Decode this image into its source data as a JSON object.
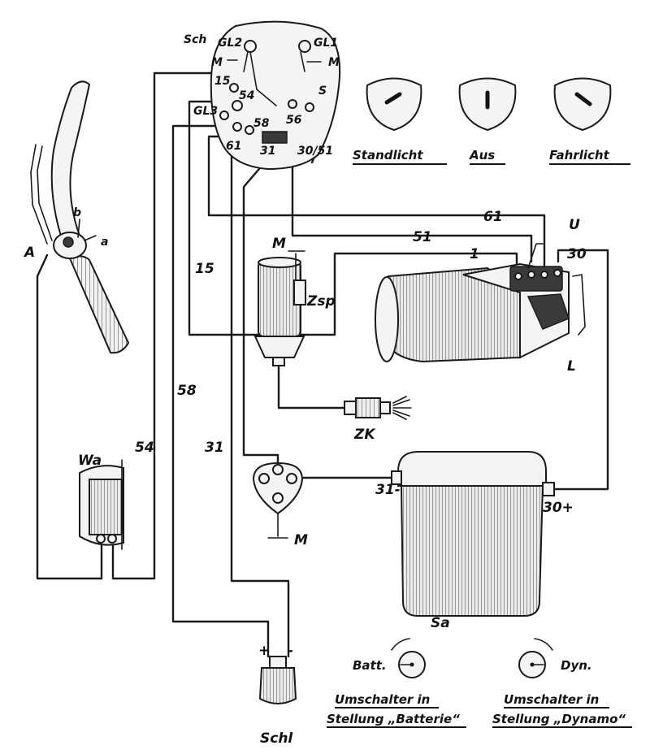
{
  "switch_box": {
    "label": "Sch",
    "terminals": {
      "gl2": "GL2",
      "gl1": "GL1",
      "m_left": "M",
      "m_right": "M",
      "t15": "15",
      "t54": "54",
      "s": "S",
      "gl3": "GL3",
      "t58": "58",
      "t56": "56",
      "t61": "61",
      "t31": "31",
      "t30_51": "30/51"
    }
  },
  "lamp_positions": [
    {
      "label": "Standlicht"
    },
    {
      "label": "Aus"
    },
    {
      "label": "Fahrlicht"
    }
  ],
  "wire_labels": {
    "w61": "61",
    "w51": "51",
    "w1": "1",
    "w30": "30",
    "w15": "15",
    "w58": "58",
    "w31": "31",
    "w54": "54"
  },
  "components": {
    "handlebar": {
      "label_a_upper": "A",
      "label_b": "b",
      "label_a_lower": "a"
    },
    "ignition_coil": {
      "label": "Zsp",
      "ground_label": "M"
    },
    "dynamo": {
      "label": "L",
      "regulator_label": "U"
    },
    "spark_plug": {
      "label": "ZK"
    },
    "horn": {
      "label": "Wa"
    },
    "junction": {
      "ground_label": "M"
    },
    "battery": {
      "label": "Sa",
      "neg_label": "31-",
      "pos_label": "30+"
    },
    "tail_light": {
      "label": "Schl",
      "plus": "+",
      "minus": "-"
    }
  },
  "switch_positions": [
    {
      "label": "Batt.",
      "caption_line1": "Umschalter in",
      "caption_line2": "Stellung „Batterie“"
    },
    {
      "label": "Dyn.",
      "caption_line1": "Umschalter in",
      "caption_line2": "Stellung „Dynamo“"
    }
  ]
}
